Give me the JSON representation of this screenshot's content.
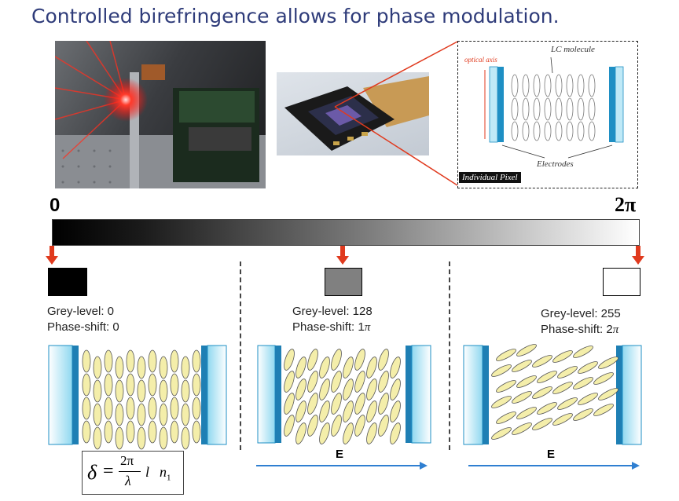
{
  "title": "Controlled birefringence allows for phase modulation.",
  "inset": {
    "lc_molecule": "LC molecule",
    "optical_axis": "optical axis",
    "electrodes": "Electrodes",
    "individual_pixel": "Individual Pixel"
  },
  "scale": {
    "min_label": "0",
    "max_label": "2π"
  },
  "panels": [
    {
      "grey_level": "Grey-level: 0",
      "phase_shift": "Phase-shift: 0",
      "swatch_color": "#000000"
    },
    {
      "grey_level": "Grey-level: 128",
      "phase_shift_prefix": "Phase-shift: 1",
      "phase_shift_symbol": "π",
      "swatch_color": "#808080",
      "field_label": "E"
    },
    {
      "grey_level": "Grey-level: 255",
      "phase_shift_prefix": "Phase-shift: 2",
      "phase_shift_symbol": "π",
      "swatch_color": "#ffffff",
      "field_label": "E"
    }
  ],
  "formula": {
    "delta": "δ",
    "equals": "=",
    "numerator": "2π",
    "denominator": "λ",
    "l": "l",
    "n": "n",
    "sub": "1"
  },
  "colors": {
    "title": "#2f3c7a",
    "arrow_red": "#e03a1e",
    "electrode_blue": "#1e8fc4",
    "glass_light": "#bfe9f7",
    "lc_fill": "#f4eeaa",
    "field_arrow": "#2f7fd1"
  }
}
